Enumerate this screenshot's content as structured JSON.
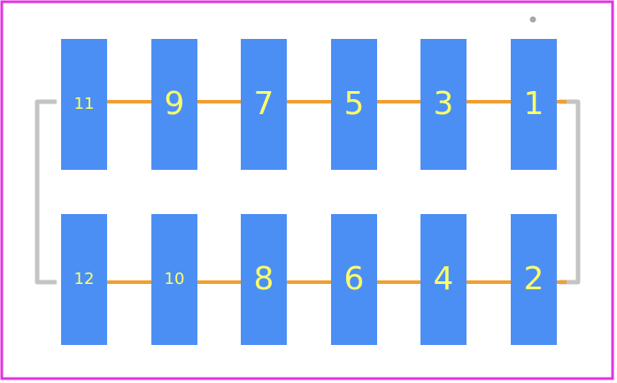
{
  "colors": {
    "border": "#e233e2",
    "pad": "#4b8ff5",
    "pad_text": "#ffff66",
    "trace": "#f0a030",
    "outline": "#c4c4c4",
    "marker": "#a8a8a8"
  },
  "top_row": [
    {
      "id": "pad-11",
      "label": "11"
    },
    {
      "id": "pad-9",
      "label": "9"
    },
    {
      "id": "pad-7",
      "label": "7"
    },
    {
      "id": "pad-5",
      "label": "5"
    },
    {
      "id": "pad-3",
      "label": "3"
    },
    {
      "id": "pad-1",
      "label": "1"
    }
  ],
  "bottom_row": [
    {
      "id": "pad-12",
      "label": "12"
    },
    {
      "id": "pad-10",
      "label": "10"
    },
    {
      "id": "pad-8",
      "label": "8"
    },
    {
      "id": "pad-6",
      "label": "6"
    },
    {
      "id": "pad-4",
      "label": "4"
    },
    {
      "id": "pad-2",
      "label": "2"
    }
  ]
}
